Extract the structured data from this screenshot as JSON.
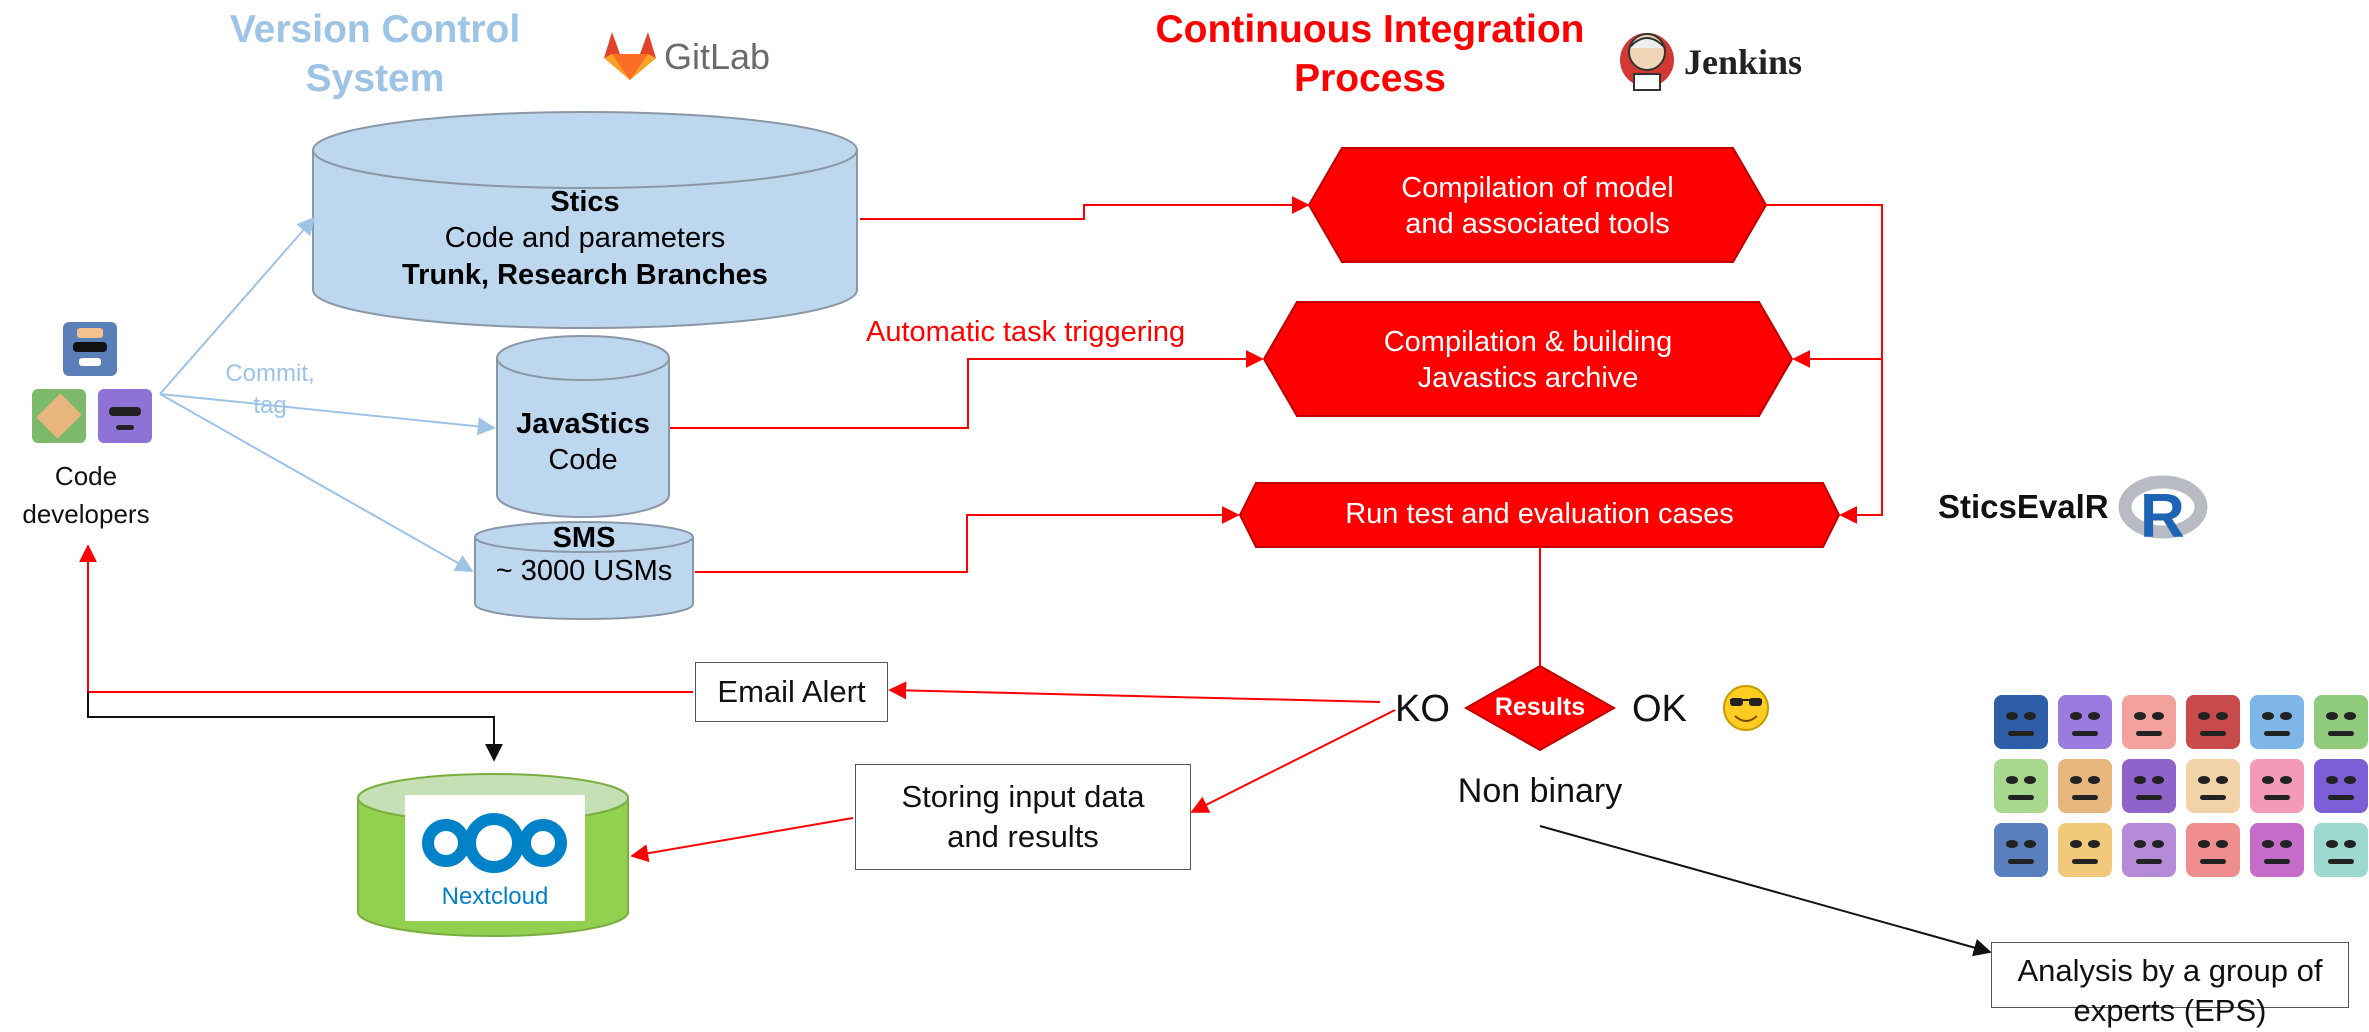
{
  "headers": {
    "vcs_line1": "Version Control",
    "vcs_line2": "System",
    "ci_line1": "Continuous Integration",
    "ci_line2": "Process"
  },
  "logos": {
    "gitlab": "GitLab",
    "jenkins": "Jenkins",
    "sticsevalr": "SticsEvalR",
    "r_letter": "R",
    "nextcloud": "Nextcloud"
  },
  "repos": {
    "stics": {
      "title": "Stics",
      "line2": "Code and parameters",
      "line3": "Trunk, Research Branches"
    },
    "javastics": {
      "title": "JavaStics",
      "line2": "Code"
    },
    "sms": {
      "title": "SMS",
      "line2": "~ 3000 USMs"
    }
  },
  "developers": {
    "label_line1": "Code",
    "label_line2": "developers",
    "commit_line1": "Commit,",
    "commit_line2": "tag"
  },
  "ci_steps": {
    "step1_line1": "Compilation of model",
    "step1_line2": "and associated tools",
    "step2_line1": "Compilation & building",
    "step2_line2": "Javastics archive",
    "step3": "Run test and evaluation cases",
    "trigger": "Automatic task triggering"
  },
  "results": {
    "diamond": "Results",
    "ko": "KO",
    "ok": "OK",
    "non_binary": "Non binary"
  },
  "boxes": {
    "email_alert": "Email Alert",
    "storing_line1": "Storing input data",
    "storing_line2": "and results",
    "analysis_line1": "Analysis by a group of",
    "analysis_line2": "experts (EPS)"
  },
  "colors": {
    "repo_fill": "#BDD7EE",
    "repo_stroke": "#8A97A6",
    "ci_red": "#FF0000",
    "vcs_blue": "#9DC3E6",
    "nextcloud_green": "#92D050",
    "nextcloud_blue": "#0082C9"
  },
  "icons": [
    "gitlab-fox-icon",
    "jenkins-butler-icon",
    "r-logo-icon",
    "sunglasses-smiley-icon",
    "nextcloud-logo-icon",
    "expert-faces-grid",
    "developer-avatars"
  ]
}
